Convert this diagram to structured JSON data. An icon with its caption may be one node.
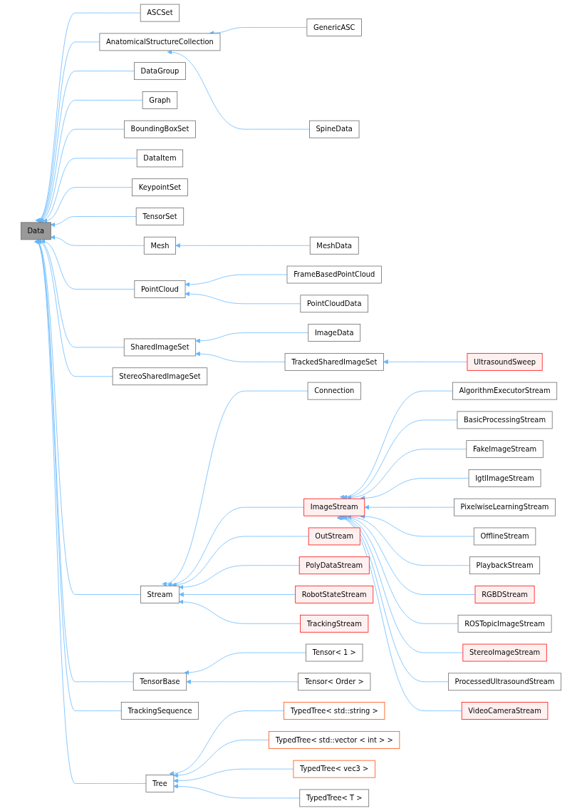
{
  "diagram": {
    "nodes": [
      {
        "text": [
          "Data"
        ]
      },
      {
        "text": [
          "ASCSet"
        ]
      },
      {
        "text": [
          "AnatomicalStructureCollection"
        ]
      },
      {
        "text": [
          "GenericASC"
        ]
      },
      {
        "text": [
          "SpineData"
        ]
      },
      {
        "text": [
          "DataGroup"
        ]
      },
      {
        "text": [
          "Graph"
        ]
      },
      {
        "text": [
          "BoundingBoxSet"
        ]
      },
      {
        "text": [
          "DataItem"
        ]
      },
      {
        "text": [
          "KeypointSet"
        ]
      },
      {
        "text": [
          "TensorSet"
        ]
      },
      {
        "text": [
          "Mesh"
        ]
      },
      {
        "text": [
          "MeshData"
        ]
      },
      {
        "text": [
          "PointCloud"
        ]
      },
      {
        "text": [
          "FrameBasedPointCloud"
        ]
      },
      {
        "text": [
          "PointCloudData"
        ]
      },
      {
        "text": [
          "SharedImageSet"
        ]
      },
      {
        "text": [
          "ImageData"
        ]
      },
      {
        "text": [
          "TrackedSharedImageSet"
        ]
      },
      {
        "text": [
          "UltrasoundSweep"
        ]
      },
      {
        "text": [
          "StereoSharedImageSet"
        ]
      },
      {
        "text": [
          "Stream"
        ]
      },
      {
        "text": [
          "Connection"
        ]
      },
      {
        "text": [
          "ImageStream"
        ]
      },
      {
        "text": [
          "AlgorithmExecutorStream"
        ]
      },
      {
        "text": [
          "BasicProcessingStream"
        ]
      },
      {
        "text": [
          "FakeImageStream"
        ]
      },
      {
        "text": [
          "IgtlImageStream"
        ]
      },
      {
        "text": [
          "PixelwiseLearningStream"
        ]
      },
      {
        "text": [
          "OfflineStream"
        ]
      },
      {
        "text": [
          "PlaybackStream"
        ]
      },
      {
        "text": [
          "RGBDStream"
        ]
      },
      {
        "text": [
          "ROSTopicImageStream"
        ]
      },
      {
        "text": [
          "StereoImageStream"
        ]
      },
      {
        "text": [
          "ProcessedUltrasoundStream"
        ]
      },
      {
        "text": [
          "VideoCameraStream"
        ]
      },
      {
        "text": [
          "OutStream"
        ]
      },
      {
        "text": [
          "PolyDataStream"
        ]
      },
      {
        "text": [
          "RobotStateStream"
        ]
      },
      {
        "text": [
          "TrackingStream"
        ]
      },
      {
        "text": [
          "TensorBase"
        ]
      },
      {
        "text": [
          "Tensor< 1 >"
        ]
      },
      {
        "text": [
          "Tensor< Order >"
        ]
      },
      {
        "text": [
          "TrackingSequence"
        ]
      },
      {
        "text": [
          "Tree"
        ]
      },
      {
        "text": [
          "TypedTree< std::string >"
        ]
      },
      {
        "text": [
          "TypedTree< std::vector < int > >"
        ]
      },
      {
        "text": [
          "TypedTree< vec3 >"
        ]
      },
      {
        "text": [
          "TypedTree< T >"
        ]
      }
    ],
    "edges": [
      {
        "from": 1,
        "to": 0,
        "arrow": "to"
      },
      {
        "from": 2,
        "to": 0,
        "arrow": "to"
      },
      {
        "from": 3,
        "to": 2,
        "arrow": "to"
      },
      {
        "from": 4,
        "to": 2,
        "arrow": "to"
      },
      {
        "from": 5,
        "to": 0,
        "arrow": "to"
      },
      {
        "from": 6,
        "to": 0,
        "arrow": "to"
      },
      {
        "from": 7,
        "to": 0,
        "arrow": "to"
      },
      {
        "from": 8,
        "to": 0,
        "arrow": "to"
      },
      {
        "from": 9,
        "to": 0,
        "arrow": "to"
      },
      {
        "from": 10,
        "to": 0,
        "arrow": "to"
      },
      {
        "from": 11,
        "to": 0,
        "arrow": "to"
      },
      {
        "from": 12,
        "to": 11,
        "arrow": "to"
      },
      {
        "from": 13,
        "to": 0,
        "arrow": "to"
      },
      {
        "from": 14,
        "to": 13,
        "arrow": "to"
      },
      {
        "from": 15,
        "to": 13,
        "arrow": "to"
      },
      {
        "from": 16,
        "to": 0,
        "arrow": "to"
      },
      {
        "from": 17,
        "to": 16,
        "arrow": "to"
      },
      {
        "from": 18,
        "to": 16,
        "arrow": "to"
      },
      {
        "from": 19,
        "to": 18,
        "arrow": "to"
      },
      {
        "from": 20,
        "to": 0,
        "arrow": "to"
      },
      {
        "from": 21,
        "to": 0,
        "arrow": "to"
      },
      {
        "from": 22,
        "to": 21,
        "arrow": "to"
      },
      {
        "from": 23,
        "to": 21,
        "arrow": "to"
      },
      {
        "from": 24,
        "to": 23,
        "arrow": "to"
      },
      {
        "from": 25,
        "to": 23,
        "arrow": "to"
      },
      {
        "from": 26,
        "to": 23,
        "arrow": "to"
      },
      {
        "from": 27,
        "to": 23,
        "arrow": "to"
      },
      {
        "from": 28,
        "to": 23,
        "arrow": "to"
      },
      {
        "from": 29,
        "to": 23,
        "arrow": "to"
      },
      {
        "from": 30,
        "to": 23,
        "arrow": "to"
      },
      {
        "from": 31,
        "to": 23,
        "arrow": "to"
      },
      {
        "from": 32,
        "to": 23,
        "arrow": "to"
      },
      {
        "from": 33,
        "to": 23,
        "arrow": "to"
      },
      {
        "from": 34,
        "to": 23,
        "arrow": "to"
      },
      {
        "from": 35,
        "to": 23,
        "arrow": "to"
      },
      {
        "from": 36,
        "to": 21,
        "arrow": "to"
      },
      {
        "from": 37,
        "to": 21,
        "arrow": "to"
      },
      {
        "from": 38,
        "to": 21,
        "arrow": "to"
      },
      {
        "from": 39,
        "to": 21,
        "arrow": "to"
      },
      {
        "from": 40,
        "to": 0,
        "arrow": "to"
      },
      {
        "from": 41,
        "to": 40,
        "arrow": "to"
      },
      {
        "from": 42,
        "to": 40,
        "arrow": "to"
      },
      {
        "from": 43,
        "to": 0,
        "arrow": "to"
      },
      {
        "from": 44,
        "to": 0,
        "arrow": "to"
      },
      {
        "from": 45,
        "to": 44,
        "arrow": "to"
      },
      {
        "from": 46,
        "to": 44,
        "arrow": "to"
      },
      {
        "from": 47,
        "to": 44,
        "arrow": "to"
      },
      {
        "from": 48,
        "to": 44,
        "arrow": "to"
      }
    ]
  }
}
